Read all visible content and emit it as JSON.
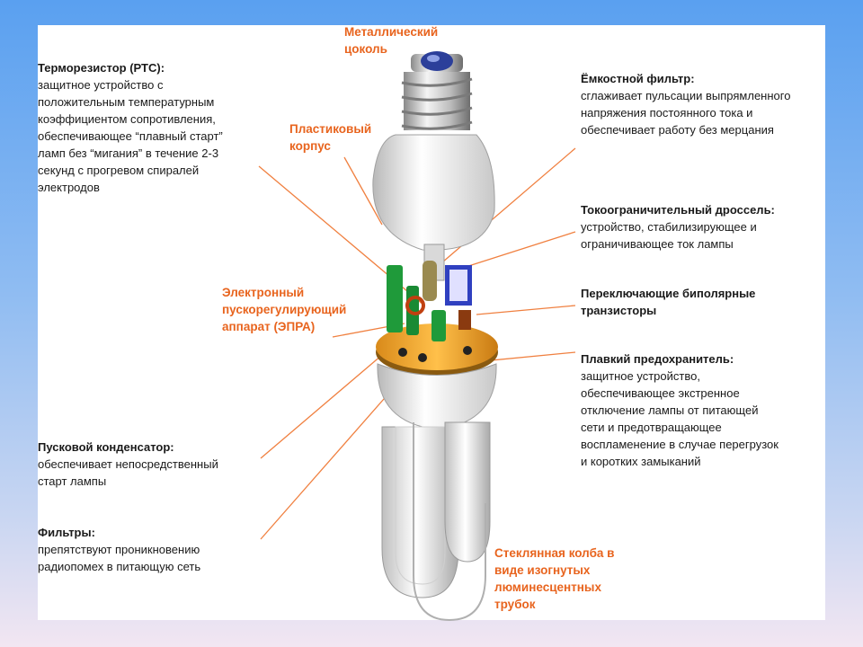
{
  "colors": {
    "accent": "#e8641e",
    "text": "#1a1a1a",
    "leader": "#f08040",
    "pcb_green": "#1f9a3a",
    "board_orange": "#f2a030"
  },
  "callouts": {
    "base": "Металлический\nцоколь",
    "housing": "Пластиковый\nкорпус",
    "ballast": "Электронный\nпускорегулирующий\nаппарат (ЭПРА)",
    "bulb": "Стеклянная колба в\nвиде изогнутых\nлюминесцентных\nтрубок"
  },
  "labels": {
    "thermistor": {
      "title": "Терморезистор (РТС):",
      "desc": "защитное устройство с\nположительным температурным\nкоэффициентом сопротивления,\nобеспечивающее “плавный старт”\nламп без “мигания” в течение 2-3\nсекунд с прогревом спиралей\nэлектродов"
    },
    "capacitor_filter": {
      "title": "Ёмкостной фильтр:",
      "desc": "сглаживает пульсации выпрямленного\nнапряжения постоянного тока и\nобеспечивает работу без мерцания"
    },
    "choke": {
      "title": "Токоограничительный дроссель:",
      "desc": "устройство, стабилизирующее и\nограничивающее ток лампы"
    },
    "transistors": {
      "title": "Переключающие биполярные\nтранзисторы",
      "desc": ""
    },
    "fuse": {
      "title": "Плавкий предохранитель:",
      "desc": "защитное устройство,\nобеспечивающее экстренное\nотключение лампы от питающей\nсети и предотвращающее\nвоспламенение в случае перегрузок\nи коротких замыканий"
    },
    "start_capacitor": {
      "title": "Пусковой конденсатор:",
      "desc": "обеспечивает непосредственный\nстарт лампы"
    },
    "filters": {
      "title": "Фильтры:",
      "desc": "препятствуют проникновению\nрадиопомех в питающую сеть"
    }
  }
}
